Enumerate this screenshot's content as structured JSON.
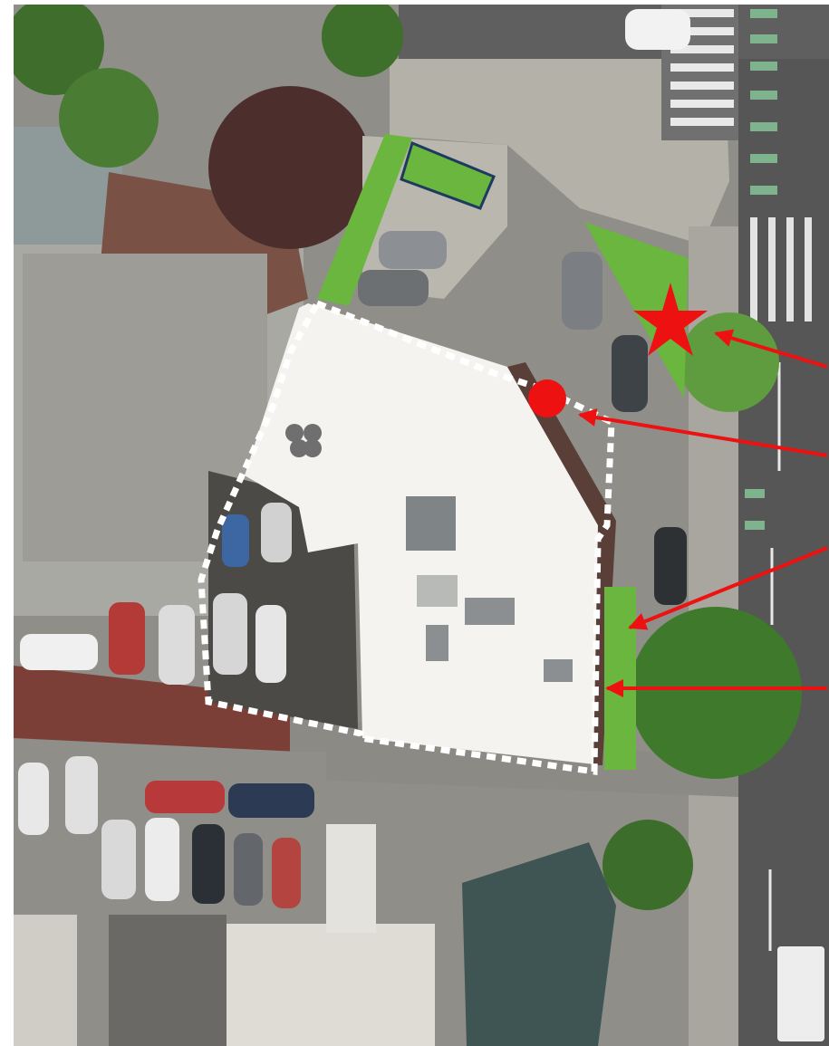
{
  "map": {
    "kind": "aerial-site-plan",
    "colors": {
      "site_boundary": "#ffffff",
      "green_area": "#6ab63f",
      "green_area_outline": "#1f3a5f",
      "marker": "#ee1111",
      "arrow": "#ee1111",
      "roof": "#f4f3ef",
      "road": "#565656",
      "parking": "#7f7f7b",
      "tree": "#3f7a2c",
      "brick_walk": "#7c3f38"
    },
    "icons": {
      "star_marker": "star-icon",
      "dot_marker": "circle-marker-icon"
    },
    "callouts": [
      {
        "id": "arrow-to-star",
        "target": "star-marker"
      },
      {
        "id": "arrow-to-dot",
        "target": "dot-marker"
      },
      {
        "id": "arrow-to-green-strip-upper",
        "target": "green-strip-east"
      },
      {
        "id": "arrow-to-green-strip-lower",
        "target": "green-strip-east"
      }
    ]
  }
}
